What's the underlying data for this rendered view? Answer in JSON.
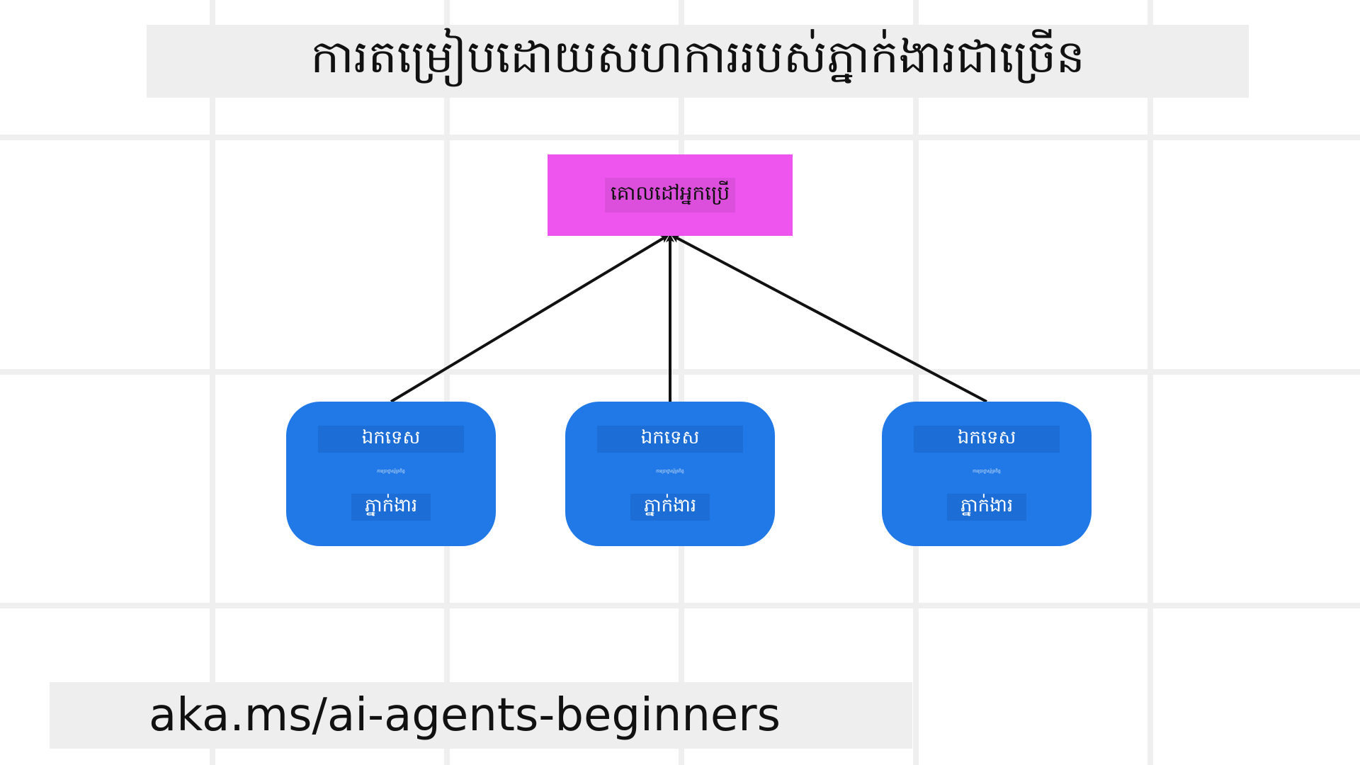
{
  "title": "ការតម្រៀបដោយសហការរបស់ភ្នាក់ងារជាច្រើន",
  "goal": {
    "label": "គោលដៅអ្នកប្រើ"
  },
  "agents": [
    {
      "title": "ឯកទេស",
      "subtitle": "ការប្រាថ្នាស្ម័គ្រចិត្ត",
      "role": "ភ្នាក់ងារ"
    },
    {
      "title": "ឯកទេស",
      "subtitle": "ការប្រាថ្នាស្ម័គ្រចិត្ត",
      "role": "ភ្នាក់ងារ"
    },
    {
      "title": "ឯកទេស",
      "subtitle": "ការប្រាថ្នាស្ម័គ្រចិត្ត",
      "role": "ភ្នាក់ងារ"
    }
  ],
  "footer": {
    "link": "aka.ms/ai-agents-beginners"
  },
  "colors": {
    "goal": "#ee55ee",
    "agent": "#2079e7",
    "arrow": "#111111",
    "grid": "#efefef",
    "banner": "#eeeeee"
  }
}
